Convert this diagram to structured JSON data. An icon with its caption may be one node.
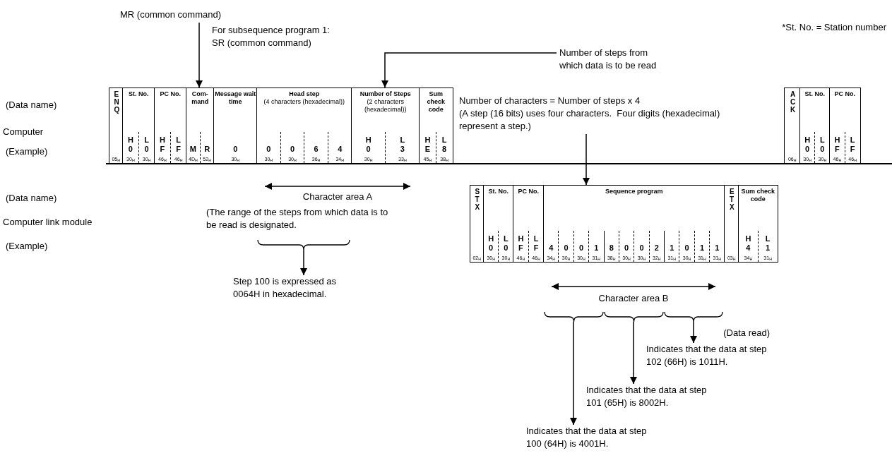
{
  "diagram": {
    "nodes": [
      {
        "text": [
          "MR (common command)"
        ]
      },
      {
        "text": [
          "Number of steps from which data is to be read"
        ]
      },
      {
        "text": [
          "ENQ"
        ]
      },
      {
        "text": [
          "05$_{H}$"
        ],
        "in": 2
      },
      {
        "text": [
          "St. No."
        ]
      },
      {
        "text": [
          "H",
          "0",
          "30$_{H}$"
        ],
        "in": 4
      },
      {
        "text": [
          "L",
          "0",
          "30$_{H}$"
        ],
        "in": 4
      },
      {
        "text": [
          "PC No."
        ]
      },
      {
        "text": [
          "H",
          "F",
          "46$_{H}$"
        ],
        "in": 7
      },
      {
        "text": [
          "L",
          "F",
          "46$_{H}$"
        ],
        "in": 7
      },
      {
        "text": [
          "Com-mand"
        ]
      },
      {
        "text": [
          "M",
          "4D$_{H}$"
        ],
        "in": 10
      },
      {
        "text": [
          "R",
          "52$_{H}$"
        ],
        "in": 10
      },
      {
        "text": [
          "Message wait time"
        ]
      },
      {
        "text": [
          "0",
          "30$_{H}$"
        ],
        "in": 13
      },
      {
        "text": [
          "Head step",
          "(4 characters (hexadecimal))"
        ]
      },
      {
        "text": [
          "0",
          "30$_{H}$"
        ],
        "in": 15
      },
      {
        "text": [
          "0",
          "30$_{H}$"
        ],
        "in": 15
      },
      {
        "text": [
          "6",
          "36$_{H}$"
        ],
        "in": 15
      },
      {
        "text": [
          "4",
          "34$_{H}$"
        ],
        "in": 15
      },
      {
        "text": [
          "Number of Steps",
          "(2 characters (hexadecimal))"
        ]
      },
      {
        "text": [
          "H",
          "0",
          "30$_{H}$"
        ],
        "in": 20
      },
      {
        "text": [
          "L",
          "3",
          "33$_{H}$"
        ],
        "in": 20
      },
      {
        "text": [
          "Sum check code"
        ]
      },
      {
        "text": [
          "H",
          "E",
          "45$_{H}$"
        ],
        "in": 23
      },
      {
        "text": [
          "L",
          "8",
          "38$_{H}$"
        ],
        "in": 23
      },
      {
        "text": [
          "Number of characters = Number of steps x 4",
          "(A step (16 bits) uses four characters.  Four digits (hexadecimal) represent a step.)"
        ]
      },
      {
        "text": [
          "ACK"
        ]
      },
      {
        "text": [
          "06$_{H}$"
        ],
        "in": 27
      },
      {
        "text": [
          "St. No."
        ]
      },
      {
        "text": [
          "H",
          "0",
          "30$_{H}$"
        ],
        "in": 29
      },
      {
        "text": [
          "L",
          "0",
          "30$_{H}$"
        ],
        "in": 29
      },
      {
        "text": [
          "PC No."
        ]
      },
      {
        "text": [
          "H",
          "F",
          "46$_{H}$"
        ],
        "in": 32
      },
      {
        "text": [
          "L",
          "F",
          "46$_{H}$"
        ],
        "in": 32
      },
      {
        "text": [
          "STX"
        ]
      },
      {
        "text": [
          "02$_{H}$"
        ],
        "in": 35
      },
      {
        "text": [
          "St. No."
        ]
      },
      {
        "text": [
          "H",
          "0",
          "30$_{H}$"
        ],
        "in": 37
      },
      {
        "text": [
          "L",
          "0",
          "30$_{H}$"
        ],
        "in": 37
      },
      {
        "text": [
          "PC No."
        ]
      },
      {
        "text": [
          "H",
          "F",
          "46$_{H}$"
        ],
        "in": 40
      },
      {
        "text": [
          "L",
          "F",
          "46$_{H}$"
        ],
        "in": 40
      },
      {
        "text": [
          "Sequence program"
        ]
      },
      {
        "text": [
          "4",
          "34$_{H}$"
        ],
        "in": 43
      },
      {
        "text": [
          "0",
          "30$_{H}$"
        ],
        "in": 43
      },
      {
        "text": [
          "0",
          "30$_{H}$"
        ],
        "in": 43
      },
      {
        "text": [
          "1",
          "31$_{H}$"
        ],
        "in": 43
      },
      {
        "text": [
          "8",
          "38$_{H}$"
        ],
        "in": 43
      },
      {
        "text": [
          "0",
          "30$_{H}$"
        ],
        "in": 43
      },
      {
        "text": [
          "0",
          "30$_{H}$"
        ],
        "in": 43
      },
      {
        "text": [
          "2",
          "32$_{H}$"
        ],
        "in": 43
      },
      {
        "text": [
          "1",
          "31$_{H}$"
        ],
        "in": 43
      },
      {
        "text": [
          "0",
          "30$_{H}$"
        ],
        "in": 43
      },
      {
        "text": [
          "1",
          "31$_{H}$"
        ],
        "in": 43
      },
      {
        "text": [
          "1",
          "31$_{H}$"
        ],
        "in": 43
      },
      {
        "text": [
          "ETX"
        ]
      },
      {
        "text": [
          "03$_{H}$"
        ],
        "in": 56
      },
      {
        "text": [
          "Sum check code"
        ]
      },
      {
        "text": [
          "H",
          "4",
          "34$_{H}$"
        ],
        "in": 58
      },
      {
        "text": [
          "L",
          "1",
          "31$_{H}$"
        ],
        "in": 58
      },
      {
        "text": [
          "Step 100 is expressed as 0064H in hexadecimal."
        ]
      },
      {
        "text": [
          "Indicates that the data at step 102 (66H) is 1011H."
        ],
        "beside": [
          "(Data read)"
        ]
      },
      {
        "text": [
          "Indicates that the data at step 101 (65H) is 8002H."
        ]
      },
      {
        "text": [
          "Indicates that the data at step 100 (64H) is 4001H."
        ]
      }
    ],
    "edges": [
      {
        "from": 0,
        "to": 10,
        "arrow": "to"
      },
      {
        "from": 1,
        "to": 20,
        "arrow": "to"
      },
      {
        "from": 26,
        "to": 43,
        "arrow": "to"
      },
      {
        "from": null,
        "to": 61,
        "arrow": "to"
      },
      {
        "from": null,
        "to": 64,
        "arrow": "to"
      },
      {
        "from": null,
        "to": 63,
        "arrow": "to"
      },
      {
        "from": null,
        "to": 62,
        "arrow": "to"
      }
    ],
    "labels": [
      "For subsequence program 1: SR (common command)",
      "*St. No. = Station number",
      "(Data name)",
      "Computer",
      "(Example)",
      "(Data name)",
      "Computer link module",
      "(Example)",
      "Character area A",
      "(The range of the steps from which data is to be read is designated.",
      "Character area B"
    ]
  }
}
